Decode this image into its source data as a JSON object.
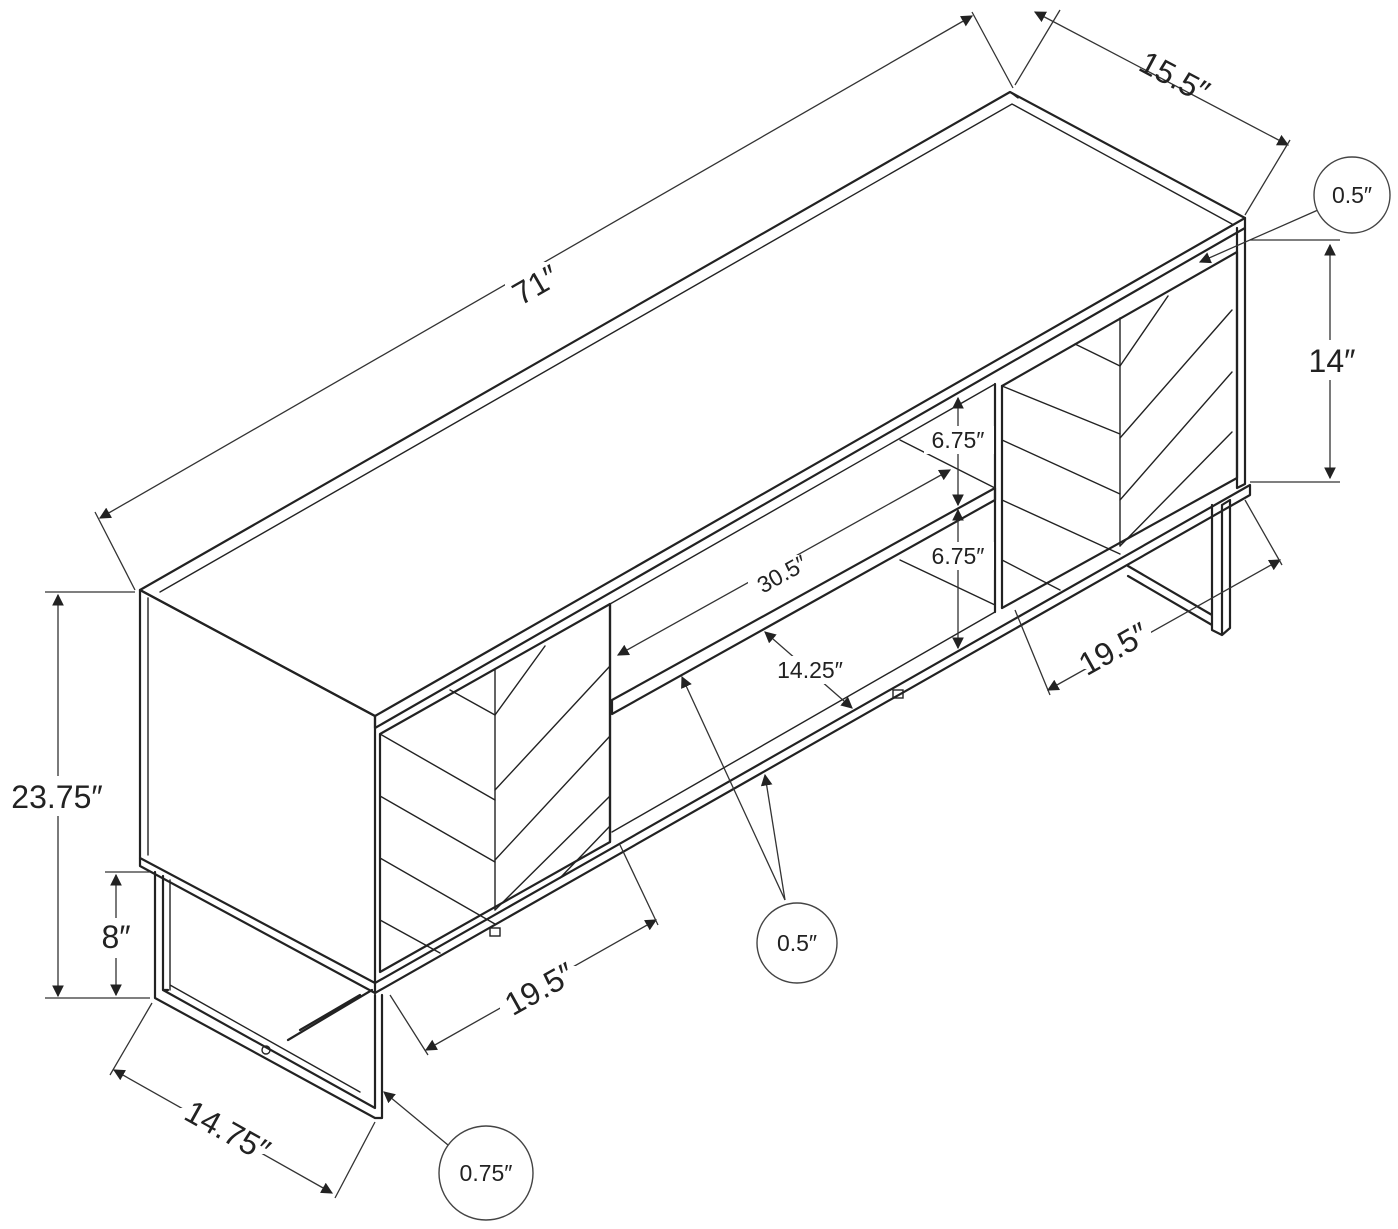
{
  "diagram": {
    "labels": {
      "length": "71″",
      "depth_top": "15.5″",
      "top_lip": "0.5″",
      "cabinet_height": "14″",
      "shelf_gap_upper": "6.75″",
      "shelf_gap_lower": "6.75″",
      "shelf_width": "30.5″",
      "shelf_depth": "14.25″",
      "right_cabinet_width": "19.5″",
      "total_height": "23.75″",
      "leg_height": "8″",
      "left_cabinet_width": "19.5″",
      "shelf_thickness": "0.5″",
      "base_depth": "14.75″",
      "leg_thickness": "0.75″"
    }
  }
}
